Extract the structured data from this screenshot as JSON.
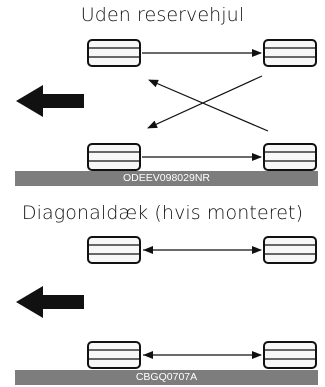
{
  "sections": [
    {
      "title": "Uden reservehjul",
      "code": "ODEEV098029NR"
    },
    {
      "title": "Diagonaldæk (hvis monteret)",
      "code": "CBGQ0707A"
    }
  ]
}
